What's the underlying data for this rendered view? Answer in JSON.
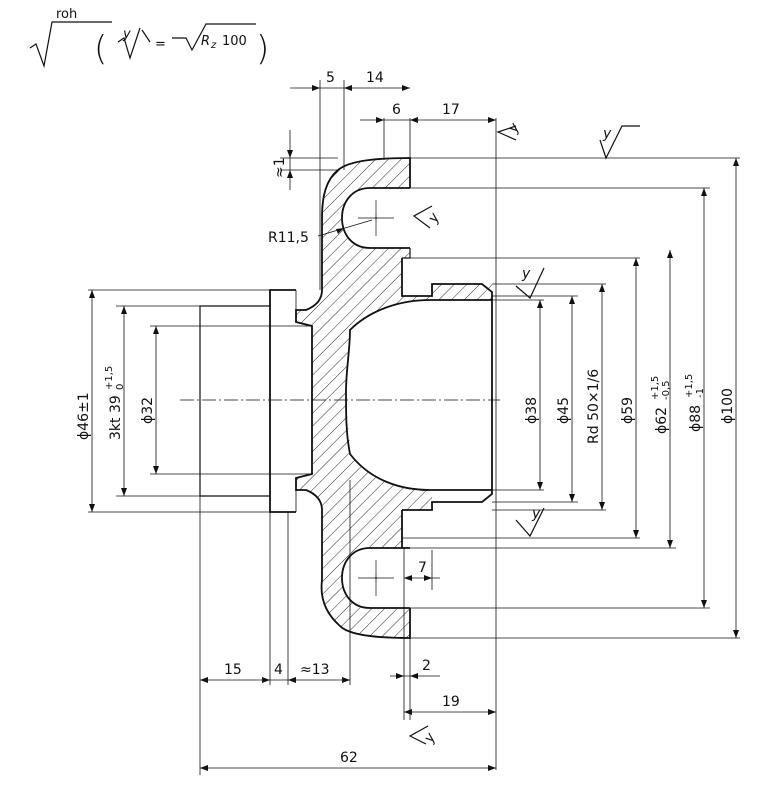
{
  "surface_symbol": {
    "main": "roh",
    "open_paren": "(",
    "y_mark": "y",
    "equals": "=",
    "R": "R",
    "z": "z",
    "value": "100",
    "close_paren": ")"
  },
  "dimensions": {
    "top": {
      "d5": "5",
      "d14": "14",
      "d6": "6",
      "d17": "17"
    },
    "approx1": "≈1",
    "radius": "R11,5",
    "left": {
      "phi46": "ϕ46±1",
      "kt39": "3kt 39",
      "kt39_tol_plus": "+1,5",
      "kt39_tol_minus": "0",
      "phi32": "ϕ32"
    },
    "right": {
      "phi38": "ϕ38",
      "phi45": "ϕ45",
      "rd": "Rd 50×1/6",
      "phi59": "ϕ59",
      "phi62": "ϕ62",
      "phi62_tol_plus": "+1,5",
      "phi62_tol_minus": "-0,5",
      "phi88": "ϕ88",
      "phi88_tol_plus": "+1,5",
      "phi88_tol_minus": "-1",
      "phi100": "ϕ100"
    },
    "inner": {
      "d7": "7"
    },
    "bottom": {
      "d15": "15",
      "d4": "4",
      "d13": "≈13",
      "d2": "2",
      "d19": "19",
      "d62": "62"
    }
  },
  "surface_marks": [
    "y",
    "y",
    "y",
    "y",
    "y",
    "y"
  ]
}
